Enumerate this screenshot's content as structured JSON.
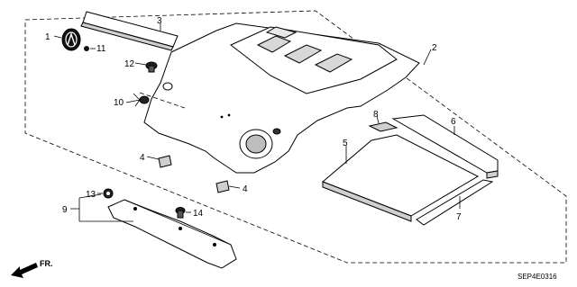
{
  "callouts": {
    "c1": "1",
    "c2": "2",
    "c3": "3",
    "c4a": "4",
    "c4b": "4",
    "c5": "5",
    "c6": "6",
    "c7": "7",
    "c8": "8",
    "c9": "9",
    "c10": "10",
    "c11": "11",
    "c12": "12",
    "c13": "13",
    "c14": "14"
  },
  "direction_label": "FR.",
  "diagram_code": "SEP4E0316"
}
